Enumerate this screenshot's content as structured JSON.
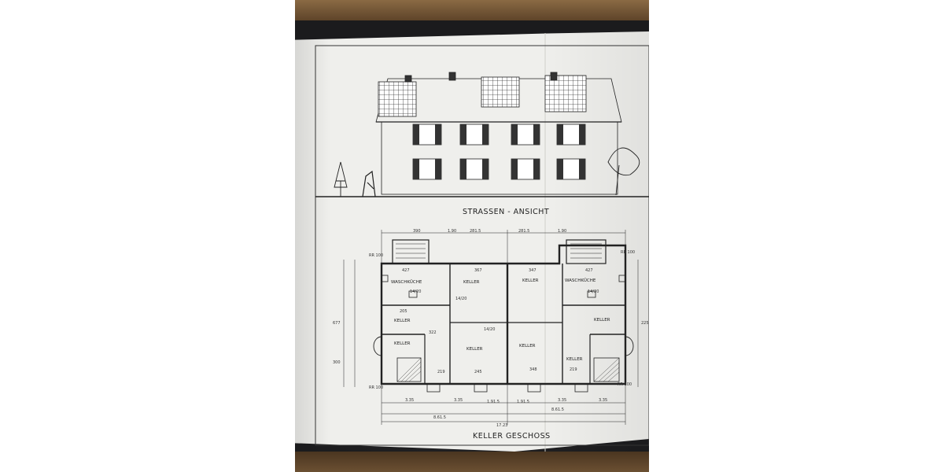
{
  "drawing": {
    "elevation_title": "STRASSEN - ANSICHT",
    "plan_title": "KELLER GESCHOSS",
    "rooms": {
      "waschkueche_left": "WASCHKÜCHE",
      "keller_1": "KELLER",
      "keller_2": "KELLER",
      "waschkueche_right": "WASCHKÜCHE",
      "keller_left_small": "KELLER",
      "keller_3": "KELLER",
      "keller_4": "KELLER",
      "keller_left_bottom": "KELLER",
      "keller_right_small": "KELLER",
      "keller_right_bottom": "KELLER"
    },
    "dimensions": {
      "top_1": "390",
      "top_2": "1.90",
      "top_3": "281.5",
      "top_4": "281.5",
      "top_5": "1.90",
      "d_427_left": "427",
      "d_367": "367",
      "d_347": "347",
      "d_427_right": "427",
      "d_205": "205",
      "d_322": "322",
      "d_219_left": "219",
      "d_245": "245",
      "d_348": "348",
      "d_219_right": "219",
      "d_677": "677",
      "d_300": "300",
      "d_225": "225",
      "bottom_1": "3.35",
      "bottom_2": "3.35",
      "bottom_3": "1.91.5",
      "bottom_4": "1.91.5",
      "bottom_5": "3.35",
      "bottom_6": "3.35",
      "total_half_left": "8.61.5",
      "total_half_right": "8.61.5",
      "total": "17.23",
      "rr_top_left": "RR 100",
      "rr_top_right": "RR 100",
      "rr_bottom_left": "RR 100",
      "rr_bottom_right": "RR 100",
      "window_1": "14/20",
      "window_2": "14/20",
      "window_3": "14/20",
      "window_4": "14/20"
    }
  }
}
